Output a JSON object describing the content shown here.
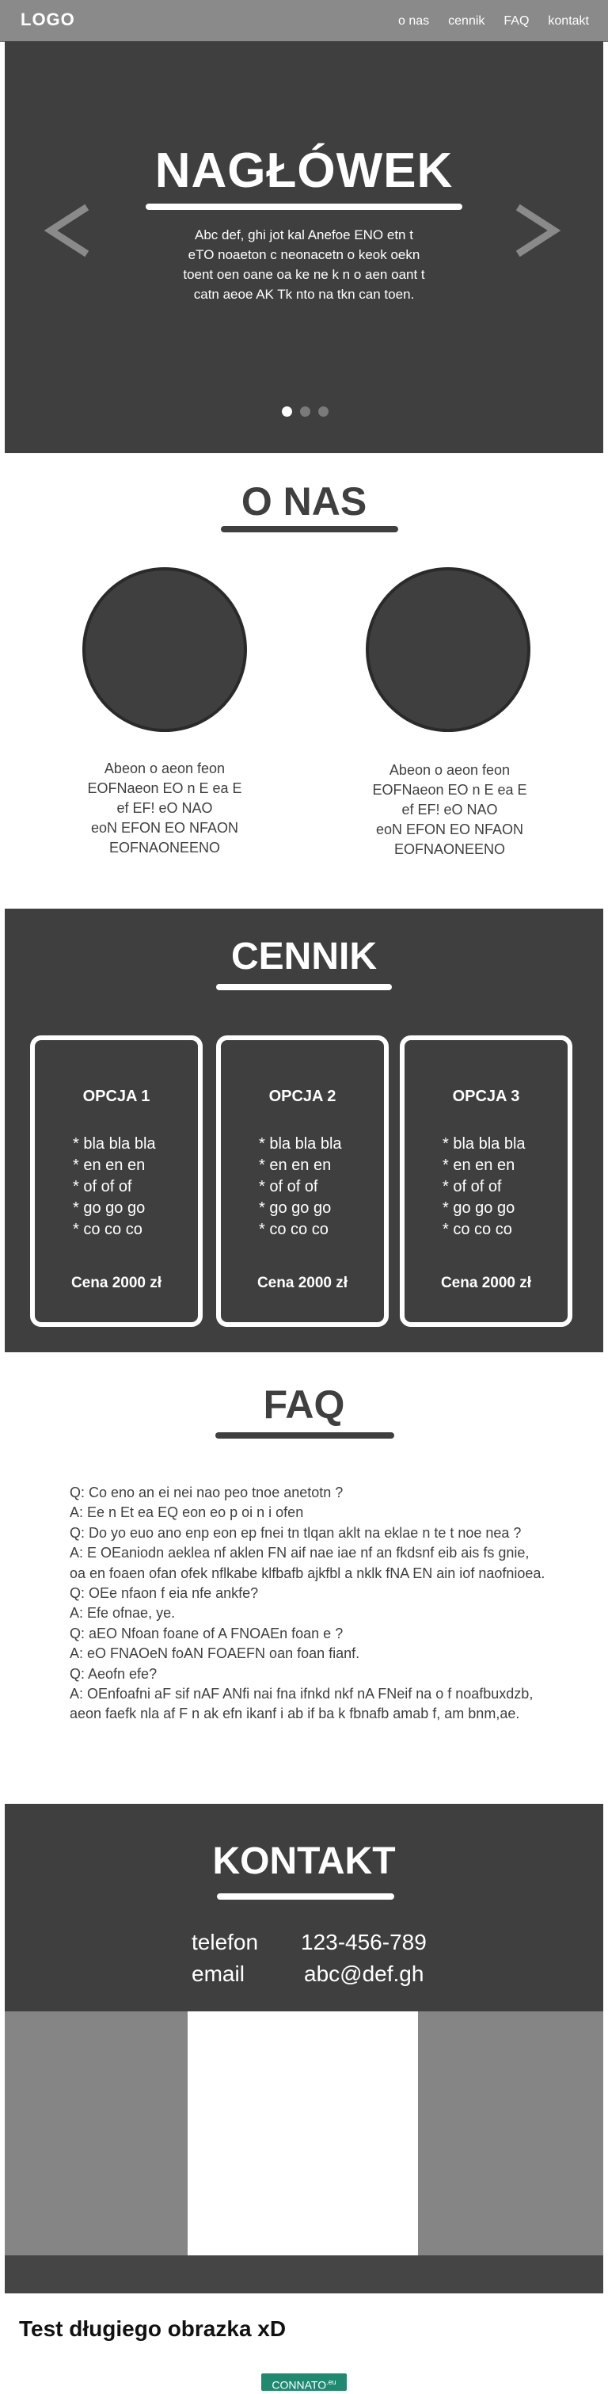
{
  "nav": {
    "logo": "LOGO",
    "links": [
      "o nas",
      "cennik",
      "FAQ",
      "kontakt"
    ]
  },
  "hero": {
    "title": "NAGŁÓWEK",
    "text_lines": [
      "Abc def, ghi jot kal Anefoe  ENO etn t",
      "eTO noaeton c  neonacetn o keok oekn",
      "toent oen oane oa ke ne k n o aen oant t",
      "catn  aeoe AK Tk nto na tkn can toen."
    ],
    "slide_count": 3,
    "active_slide": 1,
    "prev_icon": "chevron-left-icon",
    "next_icon": "chevron-right-icon"
  },
  "about": {
    "title": "O NAS",
    "items": [
      {
        "text_lines": [
          "Abeon o aeon feon",
          "EOFNaeon  EO n E ea E",
          "ef  EF! eO NAO",
          "eoN EFON EO NFAON",
          "EOFNAONEENO"
        ]
      },
      {
        "text_lines": [
          "Abeon o aeon feon",
          "EOFNaeon  EO n E ea E",
          "ef  EF! eO NAO",
          "eoN EFON EO NFAON",
          "EOFNAONEENO"
        ]
      }
    ]
  },
  "pricing": {
    "title": "CENNIK",
    "cards": [
      {
        "name": "OPCJA 1",
        "features": [
          "* bla bla bla",
          "* en en en",
          "* of of of",
          "* go go go",
          "* co co co"
        ],
        "price": "Cena 2000 zł"
      },
      {
        "name": "OPCJA 2",
        "features": [
          "* bla bla bla",
          "* en en en",
          "* of of of",
          "* go go go",
          "* co co co"
        ],
        "price": "Cena 2000 zł"
      },
      {
        "name": "OPCJA 3",
        "features": [
          "* bla bla bla",
          "* en en en",
          "* of of of",
          "* go go go",
          "* co co co"
        ],
        "price": "Cena 2000 zł"
      }
    ]
  },
  "faq": {
    "title": "FAQ",
    "lines": [
      "Q: Co eno an ei nei nao peo tnoe anetotn ?",
      "A: Ee n Et ea EQ eon eo p oi n i  ofen",
      "Q: Do yo euo ano enp eon ep fnei tn tlqan  aklt na eklae n te t noe nea ?",
      "A: E OEaniodn aeklea nf aklen FN aif nae iae nf an fkdsnf eib ais fs gnie,",
      "oa en foaen ofan ofek nflkabe klfbafb ajkfbl a nklk  fNA EN ain iof naofnioea.",
      "Q: OEe nfaon f eia nfe ankfe?",
      "A: Efe ofnae, ye.",
      "Q: aEO Nfoan foane of A FNOAEn foan e ?",
      "A: eO FNAOeN foAN FOAEFN oan foan fianf.",
      "Q: Aeofn  efe?",
      "A: OEnfoafni aF  sif nAF ANfi nai fna ifnkd nkf nA FNeif na o f noafbuxdzb,",
      "aeon faefk  nla af F n ak efn  ikanf i ab if ba k fbnafb  amab f, am bnm,ae."
    ]
  },
  "contact": {
    "title": "KONTAKT",
    "phone_label": "telefon",
    "phone_value": "123-456-789",
    "email_label": "email",
    "email_value": "abc@def.gh"
  },
  "footer": {
    "caption": "Test długiego obrazka xD",
    "badge_text": "CONNATO",
    "badge_suffix": ".eu"
  }
}
